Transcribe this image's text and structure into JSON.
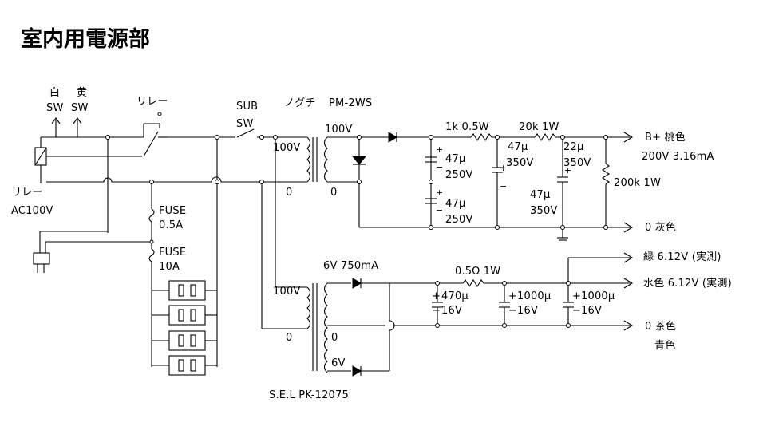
{
  "title": "室内用電源部",
  "labels": {
    "white": "白",
    "yellow": "黄",
    "sw1": "SW",
    "sw2": "SW",
    "relay_top": "リレー",
    "sub": "SUB",
    "sub_sw": "SW",
    "noguchi": "ノグチ",
    "pm2ws": "PM-2WS",
    "relay_left": "リレー",
    "ac100v": "AC100V",
    "fuse1": "FUSE",
    "fuse1_val": "0.5A",
    "fuse2": "FUSE",
    "fuse2_val": "10A",
    "t1_pri_100v": "100V",
    "t1_pri_0": "0",
    "t1_sec_100v": "100V",
    "t1_sec_0": "0",
    "r1": "1k 0.5W",
    "r2": "20k 1W",
    "c1": "47μ",
    "c1v": "250V",
    "c2": "47μ",
    "c2v": "250V",
    "c3": "47μ",
    "c3v": "350V",
    "c4": "22μ",
    "c4v": "350V",
    "c5": "47μ",
    "c5v": "350V",
    "r3": "200k 1W",
    "bplus": "B+ 桃色",
    "bplus_val": "200V 3.16mA",
    "gnd_gray": "0 灰色",
    "t2_6v750": "6V 750mA",
    "t2_pri_100v": "100V",
    "t2_pri_0": "0",
    "t2_sec_0": "0",
    "t2_sec_6v": "6V",
    "r4": "0.5Ω 1W",
    "c6": "470μ",
    "c6v": "16V",
    "c7": "1000μ",
    "c7v": "16V",
    "c8": "1000μ",
    "c8v": "16V",
    "out_green": "緑 6.12V (実測)",
    "out_cyan": "水色 6.12V (実測)",
    "out_brown": "0 茶色",
    "out_blue": "青色",
    "sel": "S.E.L  PK-12075"
  }
}
